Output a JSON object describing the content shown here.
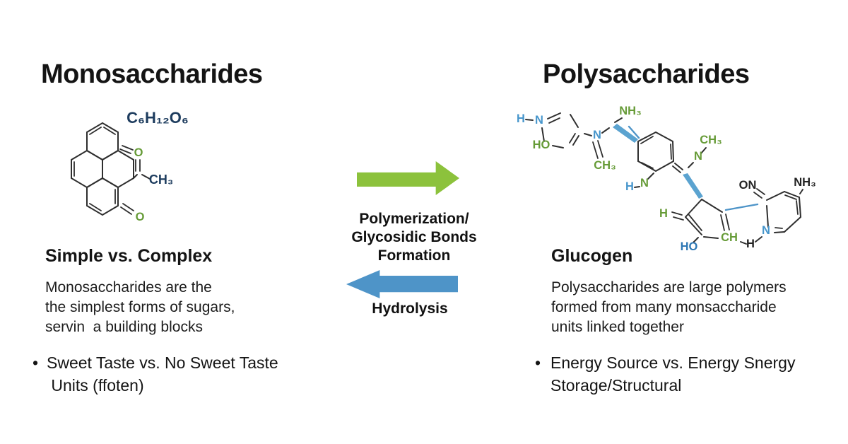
{
  "left": {
    "title": "Monosaccharides",
    "subheading": "Simple vs. Complex",
    "paragraph": "Monosaccharides are the\nthe simplest forms of sugars,\nservin  a building blocks",
    "bullet_glyph": "•",
    "bullet": "Sweet Taste vs. No Sweet Taste\n Units (ffoten)",
    "molecule": {
      "formula": "C₆H₁₂O₆",
      "o1": "O",
      "o2": "O",
      "ch3": "CH₃"
    }
  },
  "center": {
    "forward_label": "Polymerization/\nGlycosidic Bonds\nFormation",
    "reverse_label": "Hydrolysis",
    "arrow_forward_color": "#8cc23c",
    "arrow_reverse_color": "#4e94c8"
  },
  "right": {
    "title": "Polysaccharides",
    "subheading": "Glucogen",
    "paragraph": "Polysaccharides are large polymers\nformed from many monsaccharide\nunits linked together",
    "bullet_glyph": "•",
    "bullet": "Energy Source vs. Energy Snergy\nStorage/Structural",
    "molecule": {
      "h1": "H",
      "n1": "N",
      "ho1": "HO",
      "nh3a": "NH₃",
      "n2": "N",
      "ch3a": "CH₃",
      "h2": "H",
      "n3": "N",
      "ch3b": "CH₃",
      "n4": "N",
      "on": "ON",
      "nh3b": "NH₃",
      "h3": "H",
      "ch": "CH",
      "ho2": "HO",
      "h4": "H",
      "n5": "N"
    }
  },
  "colors": {
    "background": "#ffffff",
    "heading_text": "#141414",
    "body_text": "#1c1c1c",
    "molecule_green": "#669b37",
    "molecule_blue": "#4796cc",
    "molecule_dark_blue": "#2e78b5",
    "molecule_navy": "#1d3c5e",
    "bond_black": "#2e2e2e"
  }
}
